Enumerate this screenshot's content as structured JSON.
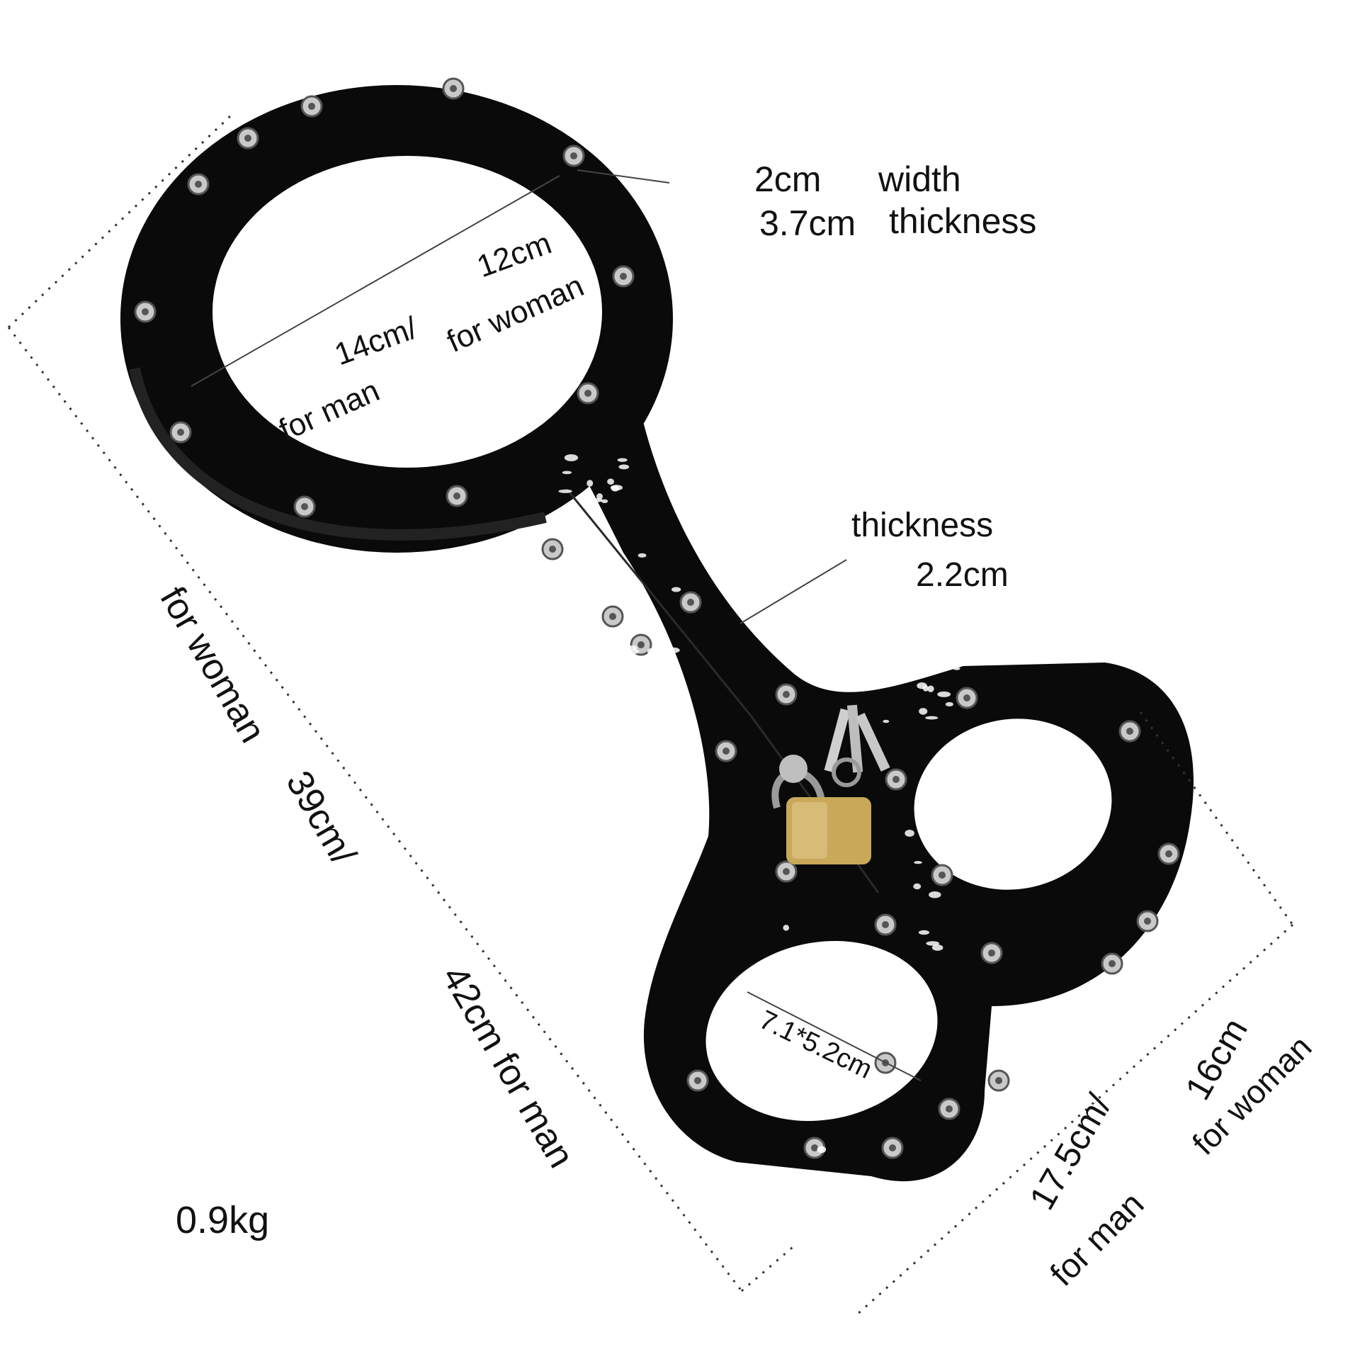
{
  "annotations": {
    "ring_width_value": "2cm",
    "ring_width_label": "width",
    "ring_thickness_value": "3.7cm",
    "ring_thickness_label": "thickness",
    "ring_diameter_man": "14cm/",
    "ring_diameter_man_label": "for man",
    "ring_diameter_woman": "12cm",
    "ring_diameter_woman_label": "for woman",
    "bar_thickness_label": "thickness",
    "bar_thickness_value": "2.2cm",
    "cuff_opening": "7.1*5.2cm",
    "length_woman_label": "for woman",
    "length_woman_value": "39cm/",
    "length_man": "42cm  for man",
    "width_man_value": "17.5cm/",
    "width_man_label": "for man",
    "width_woman_value": "16cm",
    "width_woman_label": "for woman",
    "weight": "0.9kg"
  },
  "colors": {
    "product": "#0a0a0a",
    "hardware": "#c9c9c9",
    "lock_brass": "#c9a85a",
    "text": "#111111",
    "dotted_line": "#333333"
  }
}
